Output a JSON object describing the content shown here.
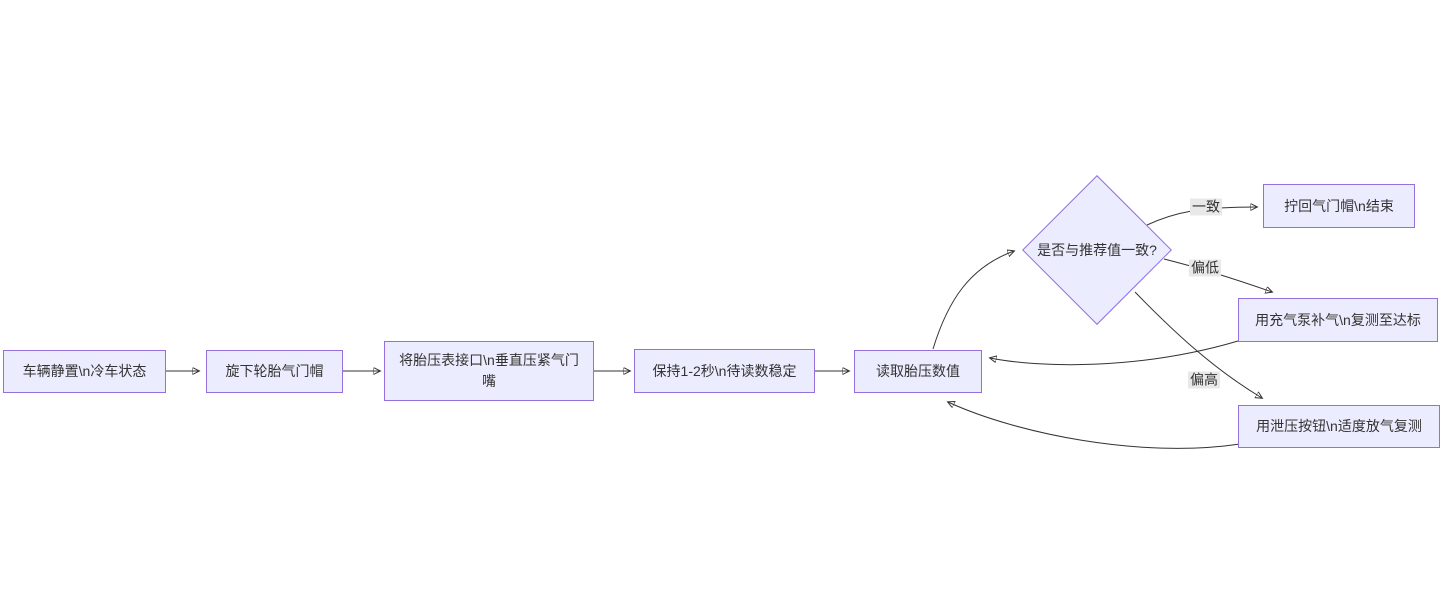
{
  "diagram": {
    "type": "flowchart",
    "direction": "left-to-right",
    "colors": {
      "background": "#ffffff",
      "node_fill": "#ececff",
      "node_border": "#9370db",
      "edge": "#333333",
      "edge_label_bg": "#e8e8e8",
      "text": "#333333"
    },
    "nodes": [
      {
        "id": "A",
        "shape": "rect",
        "label": "车辆静置\\n冷车状态"
      },
      {
        "id": "B",
        "shape": "rect",
        "label": "旋下轮胎气门帽"
      },
      {
        "id": "C",
        "shape": "rect",
        "label": "将胎压表接口\\n垂直压紧气门嘴"
      },
      {
        "id": "D",
        "shape": "rect",
        "label": "保持1-2秒\\n待读数稳定"
      },
      {
        "id": "E",
        "shape": "rect",
        "label": "读取胎压数值"
      },
      {
        "id": "F",
        "shape": "diamond",
        "label": "是否与推荐值一致?"
      },
      {
        "id": "G",
        "shape": "rect",
        "label": "拧回气门帽\\n结束"
      },
      {
        "id": "H",
        "shape": "rect",
        "label": "用充气泵补气\\n复测至达标"
      },
      {
        "id": "I",
        "shape": "rect",
        "label": "用泄压按钮\\n适度放气复测"
      }
    ],
    "edges": [
      {
        "from": "A",
        "to": "B",
        "label": ""
      },
      {
        "from": "B",
        "to": "C",
        "label": ""
      },
      {
        "from": "C",
        "to": "D",
        "label": ""
      },
      {
        "from": "D",
        "to": "E",
        "label": ""
      },
      {
        "from": "E",
        "to": "F",
        "label": ""
      },
      {
        "from": "F",
        "to": "G",
        "label": "一致"
      },
      {
        "from": "F",
        "to": "H",
        "label": "偏低"
      },
      {
        "from": "F",
        "to": "I",
        "label": "偏高"
      },
      {
        "from": "H",
        "to": "E",
        "label": ""
      },
      {
        "from": "I",
        "to": "E",
        "label": ""
      }
    ]
  }
}
